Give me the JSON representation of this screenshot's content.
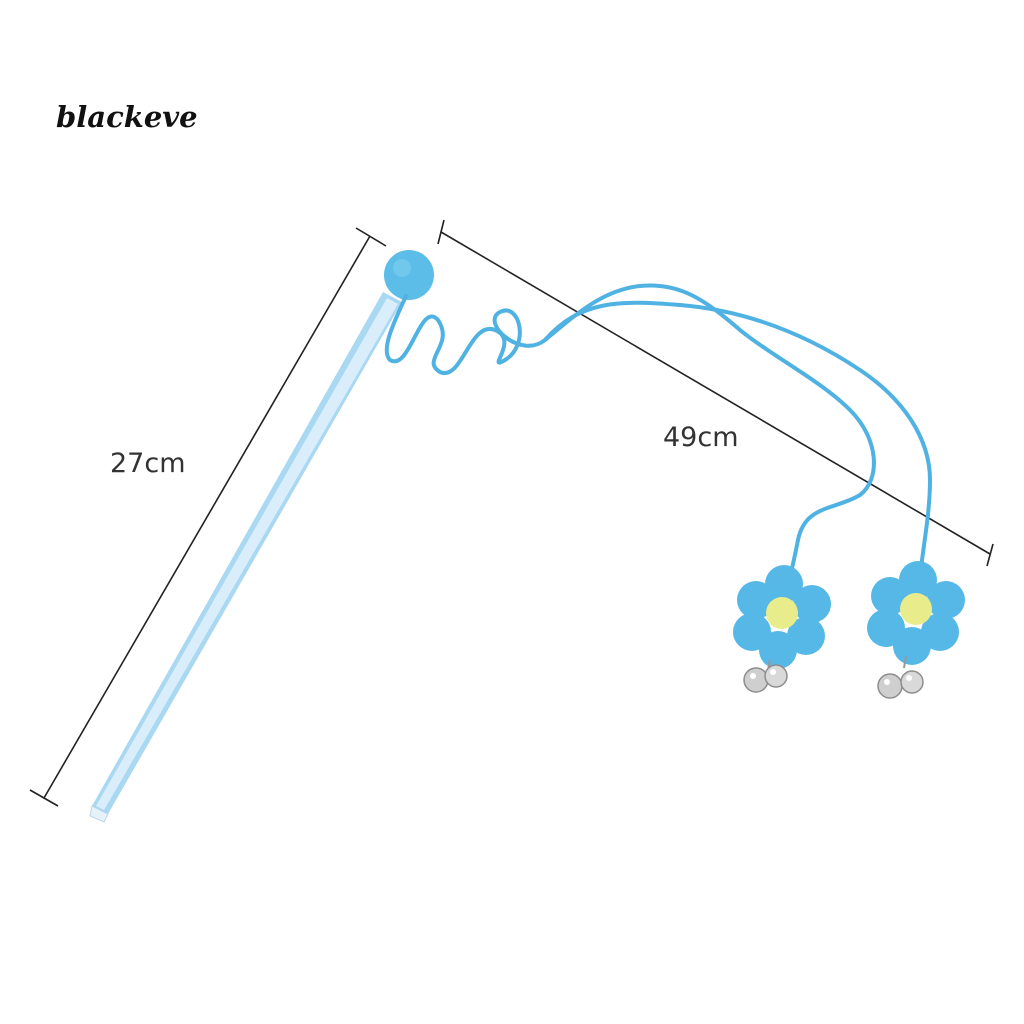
{
  "brand": "blackeve",
  "dimensions": {
    "handle_length": "27cm",
    "string_length": "49cm"
  },
  "colors": {
    "toy_blue": "#55b8e6",
    "flower_center": "#e8ec8a",
    "bell_silver": "#c9c9c9",
    "measure_line": "#222222"
  }
}
